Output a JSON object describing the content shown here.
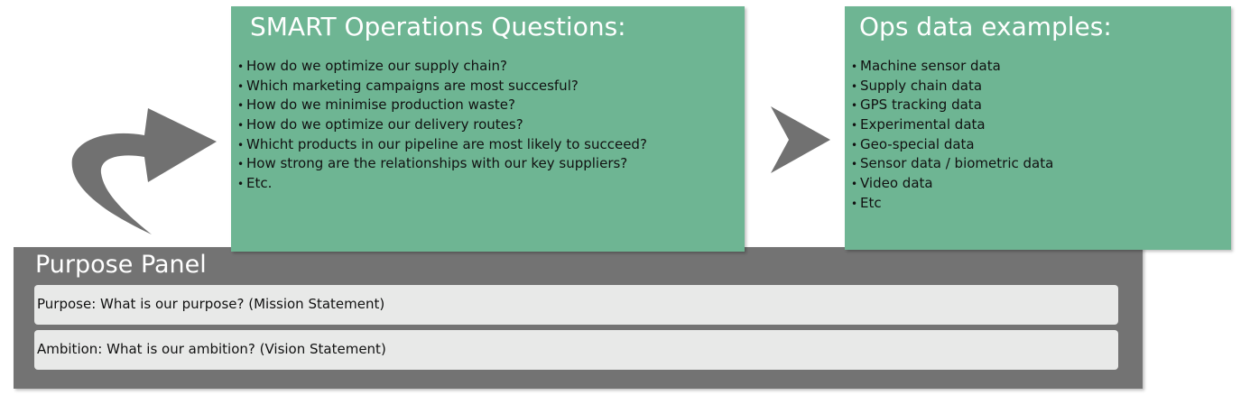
{
  "questions_box": {
    "title": "SMART Operations Questions:",
    "items": [
      "How do we optimize our supply chain?",
      "Which marketing campaigns are most succesful?",
      "How do we minimise production waste?",
      "How do we optimize our delivery routes?",
      "Whicht products in our pipeline are most likely to succeed?",
      "How strong are the relationships with our key suppliers?",
      "Etc."
    ]
  },
  "data_box": {
    "title": "Ops data examples:",
    "items": [
      "Machine sensor data",
      "Supply chain data",
      "GPS tracking data",
      "Experimental data",
      "Geo-special data",
      "Sensor data / biometric data",
      "Video data",
      "Etc"
    ]
  },
  "purpose_panel": {
    "title": "Purpose Panel",
    "purpose": "Purpose: What is our purpose? (Mission Statement)",
    "ambition": "Ambition: What is our ambition? (Vision Statement)"
  },
  "colors": {
    "green_box": "#6eb593",
    "panel_gray": "#737373",
    "row_light": "#e8e9e8",
    "arrow_gray": "#717171"
  },
  "icons": {
    "curved_arrow": "curved-arrow-icon",
    "right_arrow": "right-arrow-icon",
    "bullet": "bullet-icon"
  }
}
